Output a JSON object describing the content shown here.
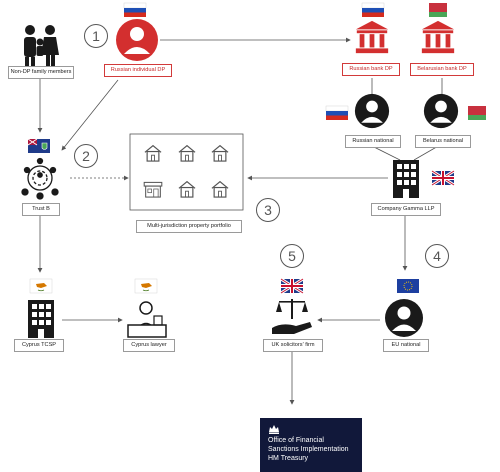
{
  "nodes": {
    "non_dp_family": "Non-DP family members",
    "russian_dp": "Russian individual DP",
    "russian_bank": "Russian bank DP",
    "belarusian_bank": "Belarusian bank DP",
    "russian_national": "Russian national",
    "belarus_national": "Belarus national",
    "trust": "Trust B",
    "portfolio": "Multi-jurisdiction property portfolio",
    "company_gamma": "Company Gamma LLP",
    "cyprus_tcsp": "Cyprus TCSP",
    "cyprus_lawyer": "Cyprus lawyer",
    "uk_solicitors": "UK solicitors' firm",
    "eu_national": "EU national"
  },
  "steps": [
    "1",
    "2",
    "3",
    "4",
    "5"
  ],
  "ofsi": {
    "line1": "Office of Financial",
    "line2": "Sanctions Implementation",
    "line3": "HM Treasury"
  },
  "colors": {
    "accent_red": "#d32f2f",
    "dark": "#1a1a1a",
    "ofsi_bg": "#11183a"
  },
  "flags": [
    "russia",
    "belarus",
    "british-virgin-islands",
    "uk",
    "cyprus",
    "eu"
  ]
}
